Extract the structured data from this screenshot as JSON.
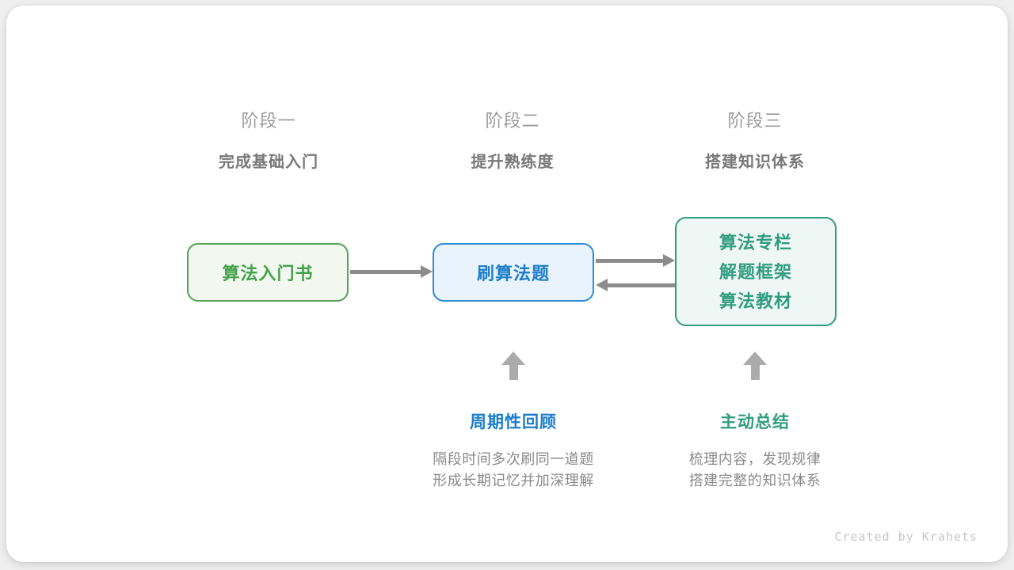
{
  "stages": [
    {
      "label": "阶段一",
      "subtitle": "完成基础入门"
    },
    {
      "label": "阶段二",
      "subtitle": "提升熟练度"
    },
    {
      "label": "阶段三",
      "subtitle": "搭建知识体系"
    }
  ],
  "nodes": [
    {
      "label": "算法入门书",
      "border_color": "#55a257",
      "text_color": "#43a149",
      "fill_color": "#f2f8f0"
    },
    {
      "label": "刷算法题",
      "border_color": "#2a8cdb",
      "text_color": "#1b7dcb",
      "fill_color": "#e9f3fc"
    },
    {
      "lines": [
        "算法专栏",
        "解题框架",
        "算法教材"
      ],
      "border_color": "#2f9c7f",
      "text_color": "#2f9c7f",
      "fill_color": "#eff7f4"
    }
  ],
  "arrows": {
    "node1_to_node2": "right",
    "node2_to_node3": "right",
    "node3_to_node2": "left",
    "color": "#8c8c8c",
    "up_arrow_color": "#ababab"
  },
  "annotations": [
    {
      "title": "周期性回顾",
      "title_color": "#1b7dcb",
      "lines": [
        "隔段时间多次刷同一道题",
        "形成长期记忆并加深理解"
      ]
    },
    {
      "title": "主动总结",
      "title_color": "#2f9c7f",
      "lines": [
        "梳理内容，发现规律",
        "搭建完整的知识体系"
      ]
    }
  ],
  "credit": "Created by Krahets"
}
